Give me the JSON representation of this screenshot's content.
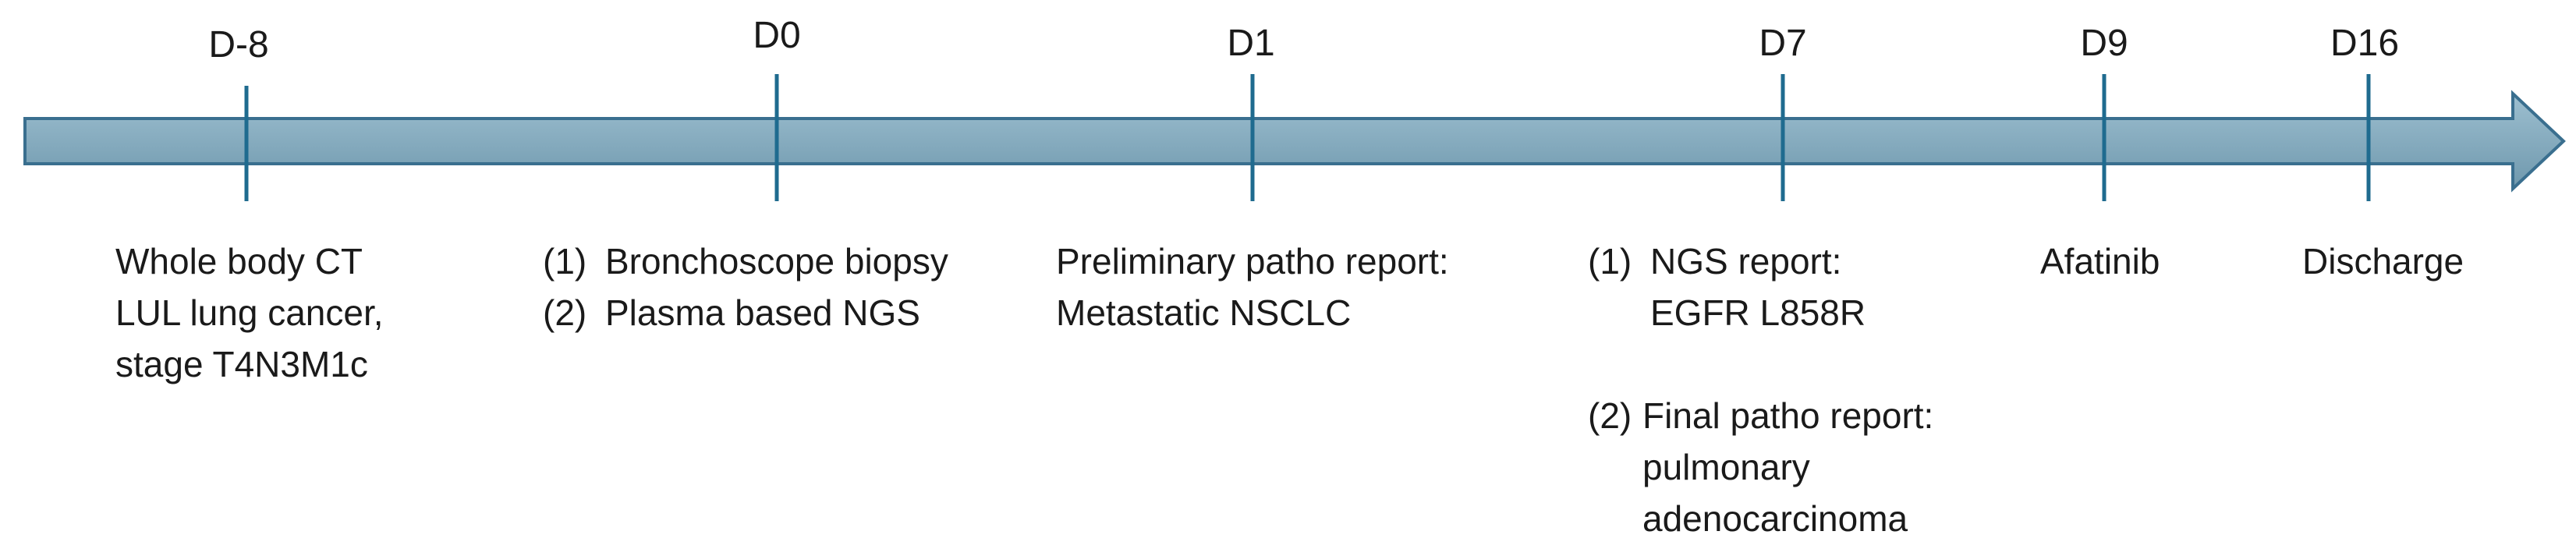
{
  "timeline": {
    "colors": {
      "arrow_fill": "#7fa8bd",
      "arrow_stroke": "#3a6f8f",
      "tick": "#1f6b8f"
    },
    "days": [
      "D-8",
      "D0",
      "D1",
      "D7",
      "D9",
      "D16"
    ],
    "events": {
      "d_minus_8": [
        "Whole body CT",
        "LUL lung cancer,",
        "stage T4N3M1c"
      ],
      "d0": {
        "item1_num": "(1)",
        "item1": "Bronchoscope biopsy",
        "item2_num": "(2)",
        "item2": "Plasma based NGS"
      },
      "d1": [
        "Preliminary patho report:",
        "Metastatic NSCLC"
      ],
      "d7": {
        "item1_num": "(1)",
        "item1_l1": "NGS report:",
        "item1_l2": "EGFR L858R",
        "item2_num": "(2)",
        "item2_l1": "Final patho report:",
        "item2_l2": "pulmonary",
        "item2_l3": "adenocarcinoma"
      },
      "d9": "Afatinib",
      "d16": "Discharge"
    }
  }
}
